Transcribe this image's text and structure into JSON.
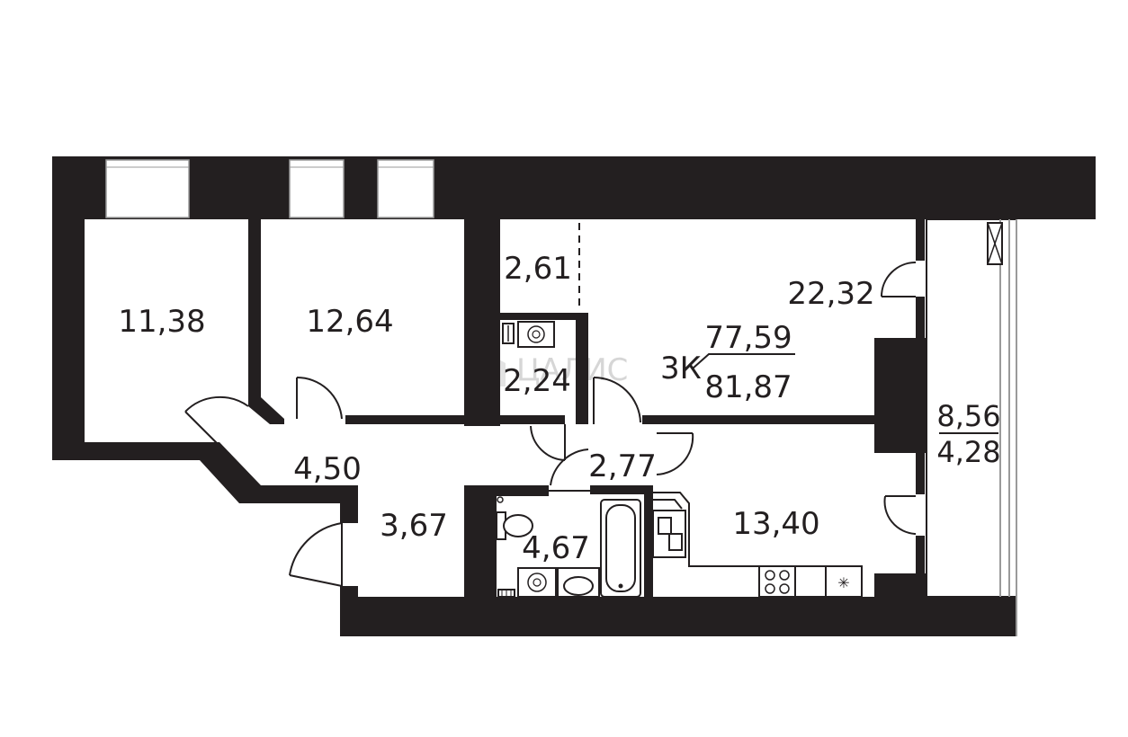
{
  "plan": {
    "rooms": {
      "room_a": "11,38",
      "room_b": "12,64",
      "room_c": "2,61",
      "room_d": "22,32",
      "room_e": "2,24",
      "room_f": "4,50",
      "room_g": "3,67",
      "room_h": "4,67",
      "room_i": "2,77",
      "room_j": "13,40"
    },
    "apartment": {
      "type": "3К",
      "area_living": "77,59",
      "area_total": "81,87"
    },
    "balcony": {
      "area_full": "8,56",
      "area_reduced": "4,28"
    },
    "watermark": {
      "text": "ЦАЛИС"
    },
    "colors": {
      "wall": "#231f20",
      "background": "#ffffff",
      "window": "#9a9a9a",
      "watermark": "#d6d6d6"
    }
  }
}
